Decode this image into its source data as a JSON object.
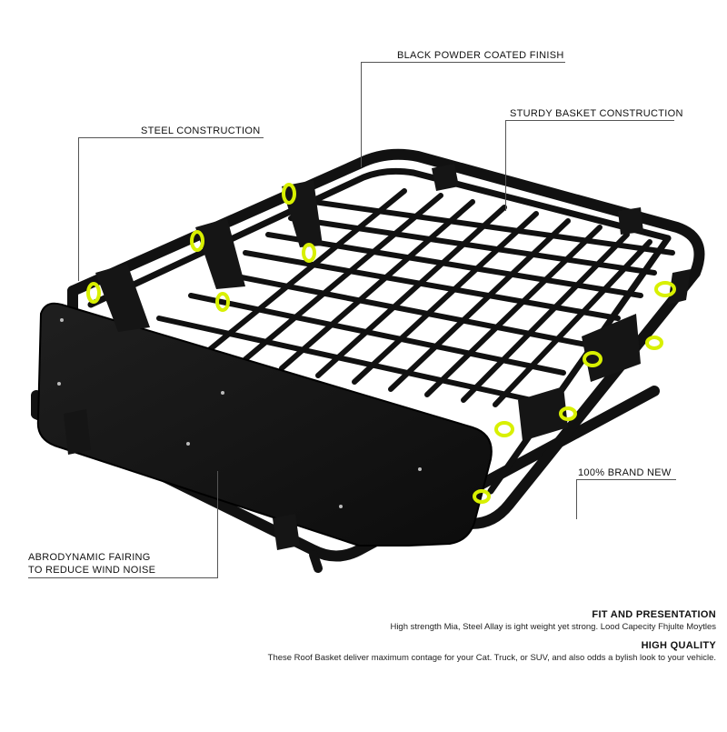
{
  "callouts": {
    "black_powder": "BLACK POWDER COATED FINISH",
    "sturdy_basket": "STURDY BASKET CONSTRUCTION",
    "steel": "STEEL CONSTRUCTION",
    "brand_new": "100% BRAND NEW",
    "fairing_line1": "ABRODYNAMIC FAIRING",
    "fairing_line2": "TO REDUCE WIND NOISE"
  },
  "info": {
    "fit_title": "FIT AND PRESENTATION",
    "fit_text": "High strength Mia, Steel Allay is ight weight yet strong. Lood Capecity Fhjulte Moytles",
    "quality_title": "HIGH QUALITY",
    "quality_text": "These Roof Basket deliver maximum contage for your Cat. Truck, or SUV, and also odds a bylish look to your vehicle."
  },
  "colors": {
    "frame": "#111111",
    "accent": "#d8f000",
    "background": "#ffffff"
  }
}
